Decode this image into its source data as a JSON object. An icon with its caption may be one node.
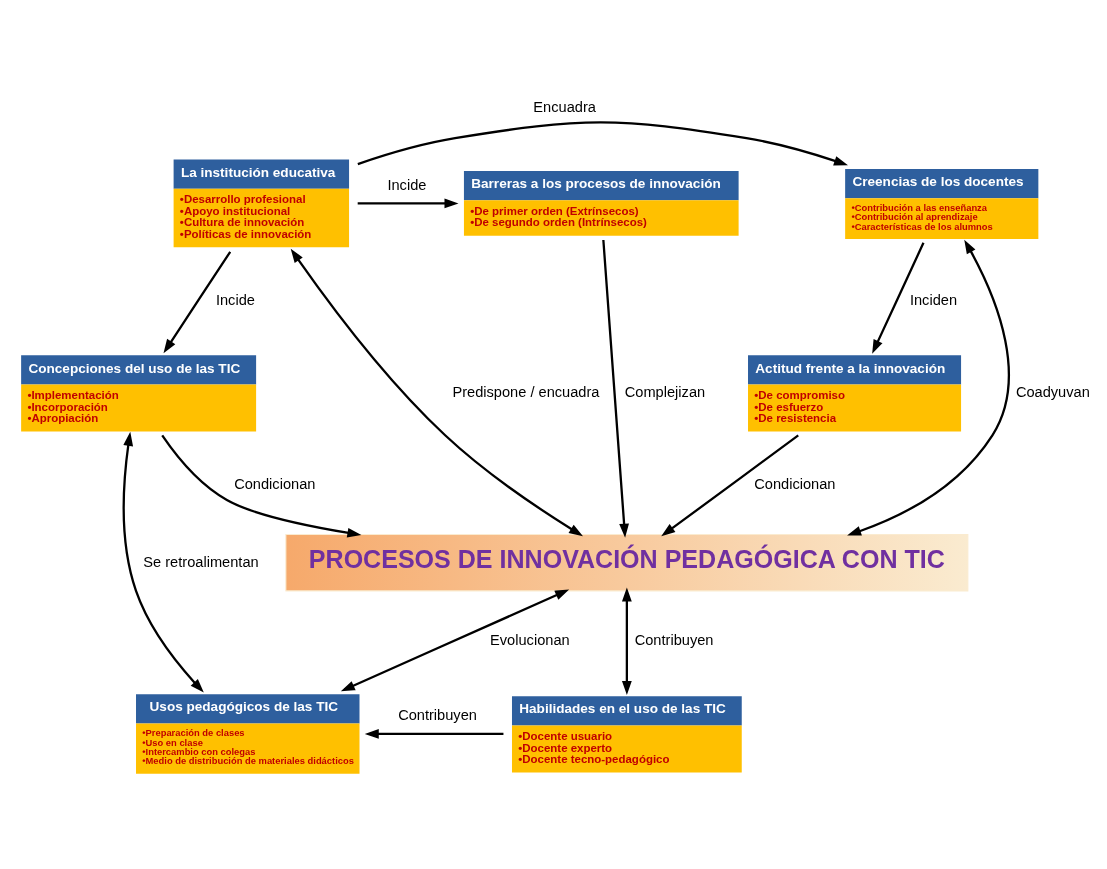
{
  "diagram": {
    "nodes": [
      {
        "text": [
          "La institución educativa",
          "•Desarrollo profesional",
          "•Apoyo institucional",
          "•Cultura de innovación",
          "•Políticas de innovación"
        ]
      },
      {
        "text": [
          "Barreras a los procesos de innovación",
          "•De primer orden (Extrínsecos)",
          "•De segundo orden (Intrínsecos)"
        ]
      },
      {
        "text": [
          "Creencias de los docentes",
          "•Contribución a las enseñanza",
          "•Contribución al aprendizaje",
          "•Características de los alumnos"
        ]
      },
      {
        "text": [
          "PROCESOS DE INNOVACIÓN PEDAGÓGICA CON TIC"
        ]
      },
      {
        "text": [
          "Concepciones del uso de las TIC",
          "•Implementación",
          "•Incorporación",
          "•Apropiación"
        ]
      },
      {
        "text": [
          "Actitud frente a la innovación",
          "•De compromiso",
          "•De esfuerzo",
          "•De resistencia"
        ]
      },
      {
        "text": [
          "Usos pedagógicos de las TIC",
          "•Preparación de clases",
          "•Uso en clase",
          "•Intercambio con colegas",
          "•Medio de distribución de materiales didácticos"
        ]
      },
      {
        "text": [
          "Habilidades en el uso de las TIC",
          "•Docente usuario",
          "•Docente experto",
          "•Docente tecno-pedagógico"
        ]
      }
    ],
    "edges": [
      {
        "from": 0,
        "to": 2,
        "arrow": "to",
        "label": "Encuadra"
      },
      {
        "from": 0,
        "to": 1,
        "arrow": "to",
        "label": "Incide"
      },
      {
        "from": 0,
        "to": 3,
        "arrow": "both",
        "label": "Predispone / encuadra"
      },
      {
        "from": 1,
        "to": 3,
        "arrow": "to",
        "label": "Complejizan"
      },
      {
        "from": 2,
        "to": 3,
        "arrow": "both",
        "label": "Coadyuvan"
      },
      {
        "from": 0,
        "to": 4,
        "arrow": "to",
        "label": "Incide"
      },
      {
        "from": 4,
        "to": 3,
        "arrow": "to",
        "label": "Condicionan"
      },
      {
        "from": 2,
        "to": 5,
        "arrow": "to",
        "label": "Inciden"
      },
      {
        "from": 5,
        "to": 3,
        "arrow": "to",
        "label": "Condicionan"
      },
      {
        "from": 3,
        "to": 6,
        "arrow": "both",
        "label": "Evolucionan"
      },
      {
        "from": 3,
        "to": 7,
        "arrow": "both",
        "label": "Contribuyen"
      },
      {
        "from": 7,
        "to": 6,
        "arrow": "to",
        "label": "Contribuyen"
      },
      {
        "from": 4,
        "to": 6,
        "arrow": "both",
        "label": "Se retroalimentan"
      }
    ]
  }
}
